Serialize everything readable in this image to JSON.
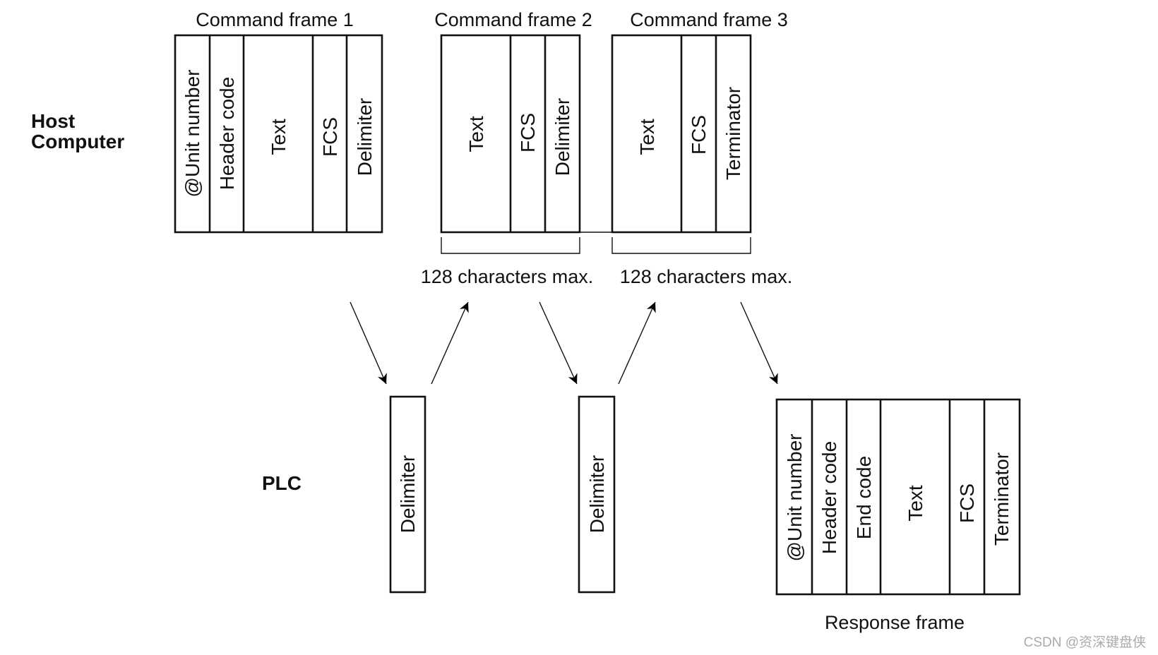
{
  "host_label": [
    "Host",
    "Computer"
  ],
  "plc_label": "PLC",
  "command_frames": [
    {
      "title": "Command frame 1",
      "fields": [
        "@Unit number",
        "Header code",
        "Text",
        "FCS",
        "Delimiter"
      ]
    },
    {
      "title": "Command frame 2",
      "fields": [
        "Text",
        "FCS",
        "Delimiter"
      ]
    },
    {
      "title": "Command frame 3",
      "fields": [
        "Text",
        "FCS",
        "Terminator"
      ]
    }
  ],
  "max_labels": [
    "128 characters max.",
    "128 characters max."
  ],
  "plc_delimiters": [
    "Delimiter",
    "Delimiter"
  ],
  "response_frame": {
    "title": "Response frame",
    "fields": [
      "@Unit number",
      "Header code",
      "End code",
      "Text",
      "FCS",
      "Terminator"
    ]
  },
  "watermark": "CSDN @资深键盘侠"
}
